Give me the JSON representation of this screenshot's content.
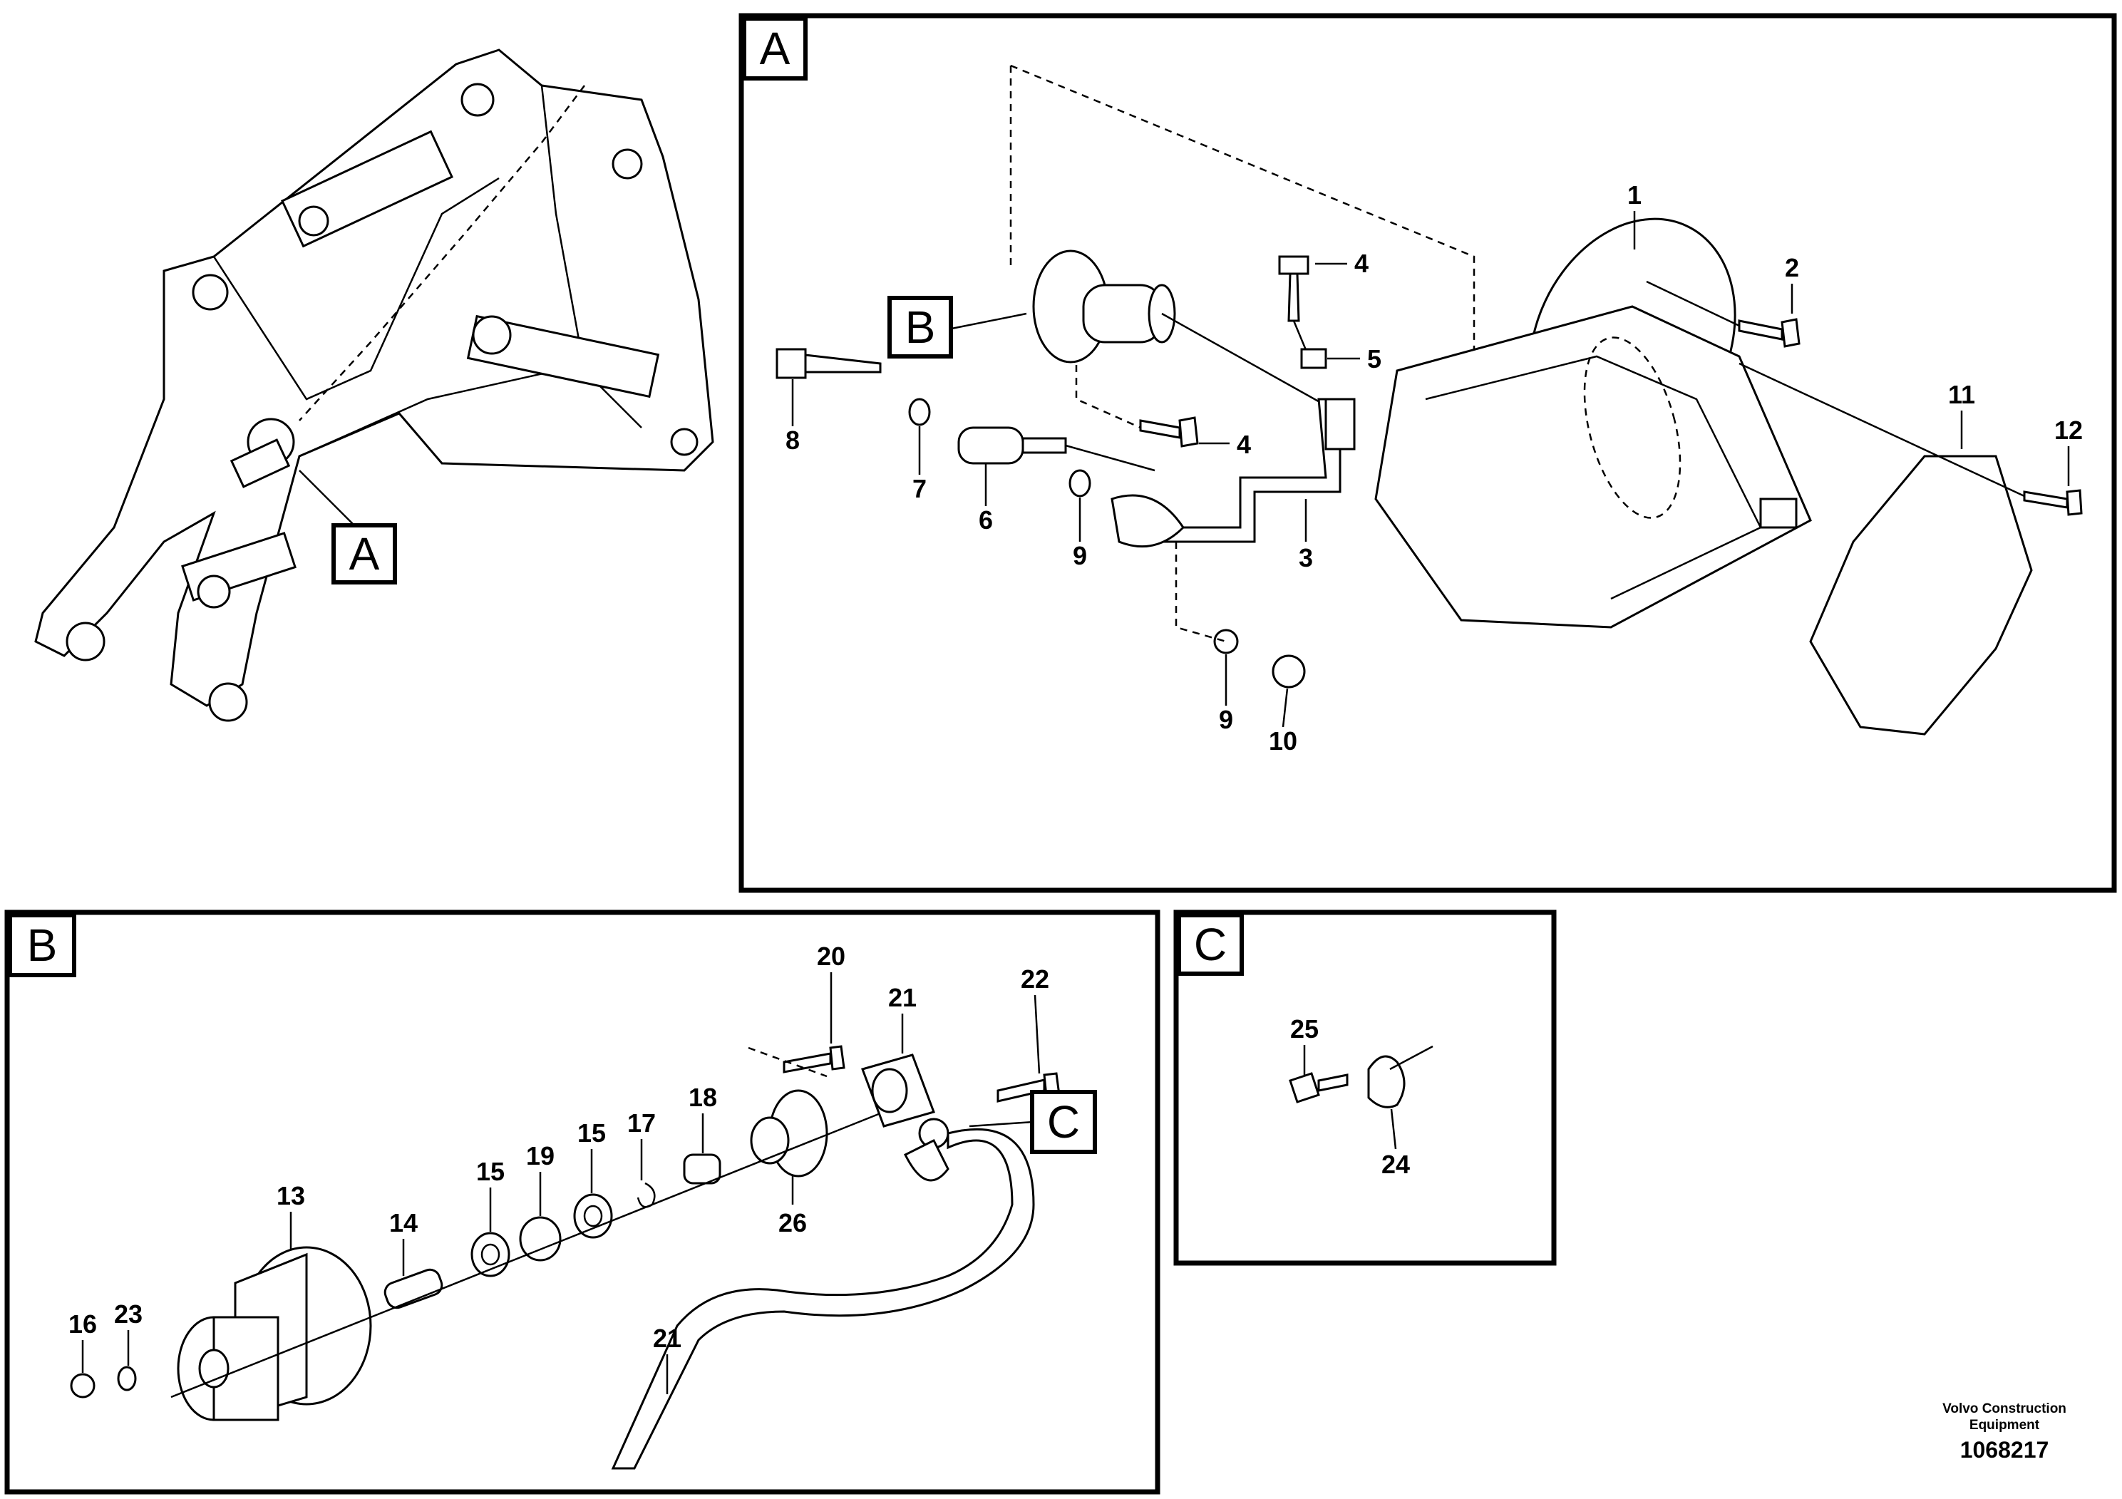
{
  "panels": {
    "A": {
      "tag": "A"
    },
    "B": {
      "tag": "B"
    },
    "C": {
      "tag": "C"
    }
  },
  "callouts": {
    "overview_to_A": "A",
    "A_to_B": "B",
    "B_to_C": "C"
  },
  "part_numbers": {
    "p1": "1",
    "p2": "2",
    "p3": "3",
    "p4a": "4",
    "p4b": "4",
    "p5": "5",
    "p6": "6",
    "p7": "7",
    "p8": "8",
    "p9a": "9",
    "p9b": "9",
    "p10": "10",
    "p11": "11",
    "p12": "12",
    "p13": "13",
    "p14": "14",
    "p15a": "15",
    "p15b": "15",
    "p16": "16",
    "p17": "17",
    "p18": "18",
    "p19": "19",
    "p20": "20",
    "p21a": "21",
    "p21b": "21",
    "p22": "22",
    "p23": "23",
    "p26": "26",
    "p24": "24",
    "p25": "25"
  },
  "footer": {
    "company_line1": "Volvo Construction",
    "company_line2": "Equipment",
    "drawing_number": "1068217"
  }
}
